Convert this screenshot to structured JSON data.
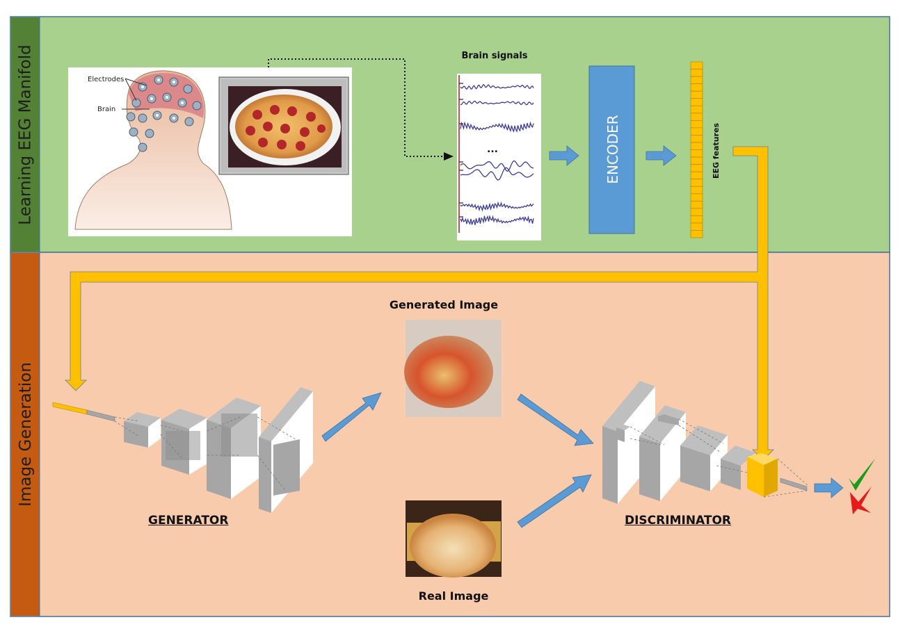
{
  "sections": {
    "top": {
      "label": "Learning EEG Manifold",
      "label_color": "#548235",
      "bg_color": "#a9d18e"
    },
    "bottom": {
      "label": "Image Generation",
      "label_color": "#c55a11",
      "bg_color": "#f8cbad"
    }
  },
  "stimulus": {
    "electrodes_label": "Electrodes",
    "brain_label": "Brain",
    "image": "pepperoni-pizza-photo"
  },
  "signals": {
    "title": "Brain signals",
    "ellipsis": "...",
    "trace_color": "#3b3b9a"
  },
  "encoder": {
    "label": "ENCODER",
    "color": "#5b9bd5"
  },
  "features": {
    "label": "EEG features",
    "color": "#ffc000",
    "cells": 24
  },
  "generated": {
    "title": "Generated Image",
    "image": "generated-pizza-image"
  },
  "real": {
    "title": "Real Image",
    "image": "real-pizza-photo"
  },
  "generator": {
    "label": "GENERATOR"
  },
  "discriminator": {
    "label": "DISCRIMINATOR"
  },
  "outputs": {
    "real_icon": "check-mark-icon",
    "fake_icon": "cross-mark-icon",
    "real_color": "#1a9c1a",
    "fake_color": "#e41b1b"
  },
  "colors": {
    "arrow_blue": "#5b9bd5",
    "arrow_gold": "#ffc000",
    "border": "#41719c"
  }
}
